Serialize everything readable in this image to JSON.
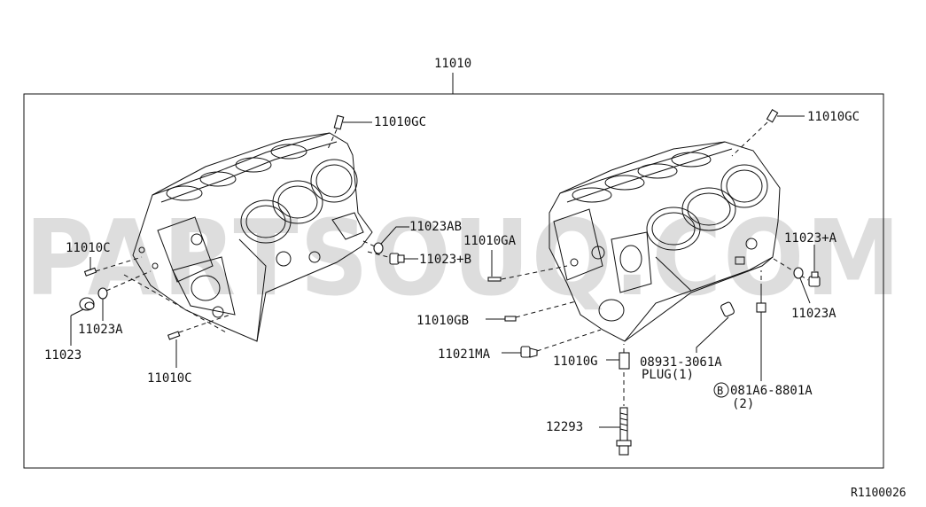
{
  "diagram": {
    "main_part": "11010",
    "ref_code": "R1100026",
    "watermark": "PARTSOUQ.COM",
    "labels": {
      "l_11010gc": "11010GC",
      "l_11023ab": "11023AB",
      "l_11023b": "11023+B",
      "l_11010c_left": "11010C",
      "l_11023a_left": "11023A",
      "l_11023": "11023",
      "l_11010c_bottom": "11010C",
      "r_11010gc": "11010GC",
      "r_11010ga": "11010GA",
      "r_11023a_plus": "11023+A",
      "r_11023a": "11023A",
      "r_11010gb": "11010GB",
      "r_11021ma": "11021MA",
      "r_11010g": "11010G",
      "r_08931": "08931-3061A",
      "r_plug": "PLUG(1)",
      "r_081a6": "081A6-8801A",
      "r_qty2": "(2)",
      "r_b_symbol": "B",
      "r_12293": "12293"
    }
  }
}
